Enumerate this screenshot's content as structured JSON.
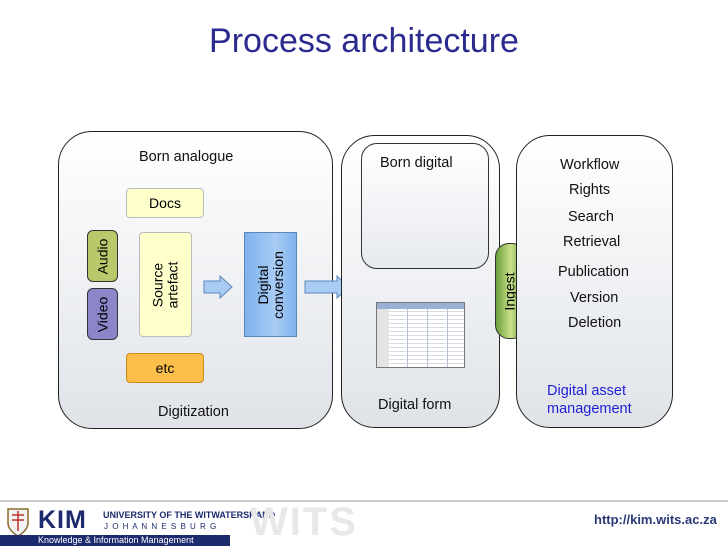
{
  "title": "Process architecture",
  "digitization": {
    "born_analogue": "Born analogue",
    "docs": "Docs",
    "audio": "Audio",
    "video": "Video",
    "source_artefact": "Source artefact",
    "digital_conversion": "Digital conversion",
    "etc": "etc",
    "label": "Digitization"
  },
  "digital_form": {
    "born_digital": "Born digital",
    "label": "Digital form"
  },
  "ingest": "Ingest",
  "asset_management": {
    "items": [
      "Workflow",
      "Rights",
      "Search",
      "Retrieval",
      "Publication",
      "Version",
      "Deletion"
    ],
    "label": "Digital asset management",
    "label_color": "#1f1fd6"
  },
  "footer": {
    "kim": "KIM",
    "university": "UNIVERSITY OF THE WITWATERSRAND",
    "city": "J O H A N N E S B U R G",
    "tagline": "Knowledge & Information Management",
    "wits": "WITS",
    "url": "http://kim.wits.ac.za"
  }
}
